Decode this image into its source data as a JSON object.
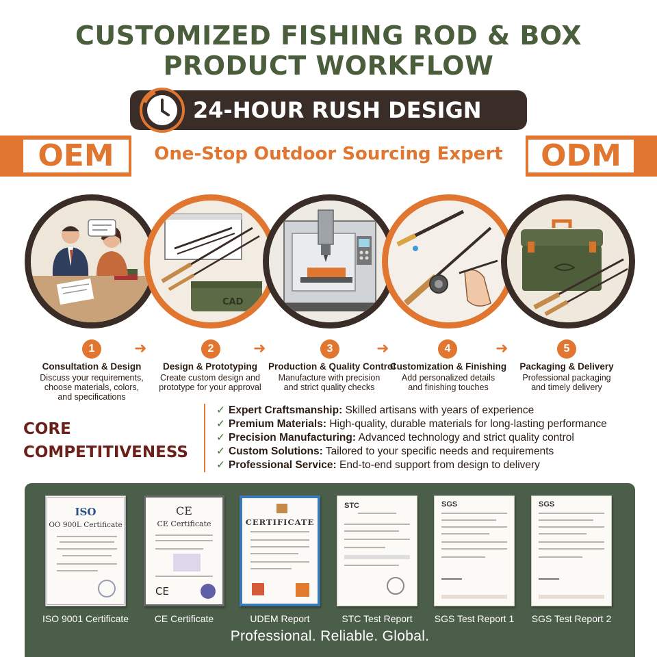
{
  "header": {
    "title_line1": "CUSTOMIZED FISHING ROD & BOX",
    "title_line2": "PRODUCT WORKFLOW",
    "rush_label": "24-HOUR RUSH DESIGN",
    "rush_icon": "clock-icon"
  },
  "banner": {
    "left_badge": "OEM",
    "right_badge": "ODM",
    "tagline": "One-Stop Outdoor Sourcing Expert"
  },
  "steps": [
    {
      "num": "1",
      "title": "Consultation & Design",
      "desc": [
        "Discuss your requirements,",
        "choose materials, colors,",
        "and specifications"
      ]
    },
    {
      "num": "2",
      "title": "Design & Prototyping",
      "desc": [
        "Create custom design and",
        "prototype for your approval"
      ]
    },
    {
      "num": "3",
      "title": "Production & Quality Control",
      "desc": [
        "Manufacture with precision",
        "and strict quality checks"
      ]
    },
    {
      "num": "4",
      "title": "Customization & Finishing",
      "desc": [
        "Add personalized details",
        "and finishing touches"
      ]
    },
    {
      "num": "5",
      "title": "Packaging & Delivery",
      "desc": [
        "Professional packaging",
        "and timely delivery"
      ]
    }
  ],
  "illustrations": {
    "box_label": "CAD"
  },
  "core": {
    "heading_line1": "CORE",
    "heading_line2": "COMPETITIVENESS",
    "features": [
      {
        "name": "Expert Craftsmanship:",
        "text": "Skilled artisans with years of experience"
      },
      {
        "name": "Premium Materials:",
        "text": "High-quality, durable materials for long-lasting performance"
      },
      {
        "name": "Precision Manufacturing:",
        "text": "Advanced technology and strict quality control"
      },
      {
        "name": "Custom Solutions:",
        "text": "Tailored to your specific needs and requirements"
      },
      {
        "name": "Professional Service:",
        "text": "End-to-end support from design to delivery"
      }
    ]
  },
  "certificates": [
    {
      "label": "ISO 9001 Certificate",
      "doc_heading": "ISO",
      "doc_title": "OO 900L Certificate"
    },
    {
      "label": "CE Certificate",
      "doc_heading": "CE",
      "doc_title": "CE Certificate"
    },
    {
      "label": "UDEM Report",
      "doc_heading": "",
      "doc_title": "CERTIFICATE"
    },
    {
      "label": "STC Test Report",
      "doc_heading": "STC",
      "doc_title": ""
    },
    {
      "label": "SGS Test Report 1",
      "doc_heading": "SGS",
      "doc_title": ""
    },
    {
      "label": "SGS Test Report 2",
      "doc_heading": "SGS",
      "doc_title": ""
    }
  ],
  "footer": {
    "slogan": "Professional. Reliable. Global."
  },
  "colors": {
    "olive": "#4a5e3c",
    "orange": "#e0762f",
    "dark_brown": "#3a2d28",
    "maroon": "#6b1f1a",
    "panel_green": "#4a5e49"
  }
}
